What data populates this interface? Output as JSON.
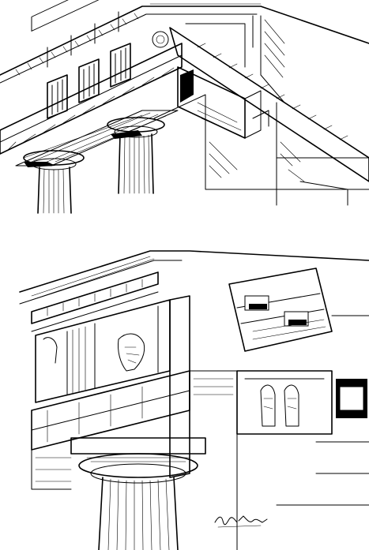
{
  "figures": [
    {
      "id": "top",
      "subject": "doric-corner-entablature-with-two-columns"
    },
    {
      "id": "bottom",
      "subject": "doric-corner-with-frieze-and-single-column"
    }
  ],
  "signature": "signature-scrawl",
  "colors": {
    "ink": "#000000",
    "paper": "#ffffff"
  }
}
